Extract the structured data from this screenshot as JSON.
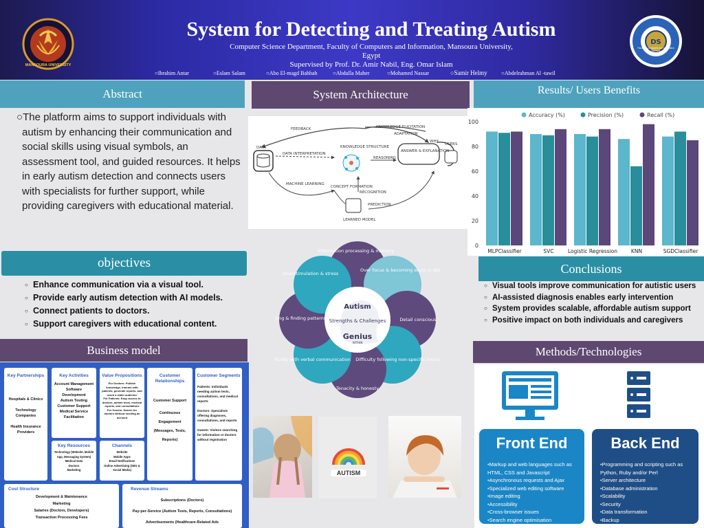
{
  "header": {
    "title": "System for Detecting and Treating Autism",
    "department_line1": "Computer Science Department, Faculty of Computers and Information, Mansoura University,",
    "department_line2": "Egypt",
    "supervisor": "Supervised by Prof. Dr. Amir Nabil, Eng. Omar Islam",
    "authors": [
      "Ibrahim Antar",
      "Eslam Salam",
      "Abo El-magd Bahbah",
      "Abdulla Maher",
      "Mohamed Nassar",
      "Samir Helmy",
      "Abdelrahman Al -tawil"
    ],
    "left_logo_text": "MANSOURA UNIVERSITY",
    "right_logo_text": "Faculty of Computers and Information Sciences"
  },
  "abstract": {
    "title": "Abstract",
    "text": "The platform aims to support individuals with autism by enhancing their communication and social skills using visual symbols, an assessment tool, and guided resources. It helps in early autism detection and connects users with specialists for further support, while providing caregivers with educational material."
  },
  "objectives": {
    "title": "objectives",
    "items": [
      "Enhance communication via a visual tool.",
      "Provide early autism detection with AI models.",
      "Connect patients to doctors.",
      "Support caregivers with educational content."
    ]
  },
  "architecture": {
    "title": "System Architecture",
    "labels": [
      "FEEDBACK",
      "KNOWLEDGE ELICITATION",
      "ADAPTATION",
      "DATA",
      "DATA INTERPRETATION",
      "KNOWLEDGE STRUCTURE",
      "WHY",
      "USERS",
      "ANSWER & EXPLANATION",
      "REASONING",
      "MACHINE LEARNING",
      "CONCEPT FORMATION",
      "RECOGNITION",
      "PREDICTION",
      "LEARNED MODEL"
    ]
  },
  "autism_wheel": {
    "center_title": "Autism",
    "center_sub": "Strengths & Challenges",
    "brand": "Genius",
    "brand_sub": "WITHIN",
    "petals": [
      "Information processing & memory",
      "Over focus & becoming stuck in detail",
      "Detail conscious",
      "Difficulty following non-specific instructions",
      "Tenacity & honesty",
      "Difficulty with verbal communication",
      "Creating & finding patterns",
      "Overstimulation & stress"
    ],
    "colors": {
      "purple": "#5e4a7d",
      "teal": "#2fa7be",
      "light": "#7fc6d6"
    }
  },
  "photos": {
    "autism_sign": "AUTISM"
  },
  "business_model": {
    "title": "Business model",
    "cells": {
      "key_partnerships": {
        "h": "Key Partnerships",
        "b": [
          "Hospitals & Clinics",
          "Technology Companies",
          "Health Insurance Providers"
        ]
      },
      "key_activities": {
        "h": "Key Activities",
        "b": [
          "Account Management",
          "Software Development",
          "Autism Testing",
          "Customer Support",
          "Medical Service Facilitation"
        ]
      },
      "value_propositions": {
        "h": "Value Propositions",
        "b": [
          "For Doctors: Publish knowledge, interact with patients, generate reports, and reach a wider audience",
          "For Patients: Easy access to doctors, autism tests, medical reports, and consultations",
          "For Guests: Search for doctors without needing an account"
        ]
      },
      "customer_relationships": {
        "h": "Customer Relationships",
        "b": [
          "Customer Support",
          "Continuous Engagement (Messages, Tests, Reports)"
        ]
      },
      "customer_segments": {
        "h": "Customer Segments",
        "b": [
          "Patients: Individuals needing autism tests, consultations, and medical reports",
          "Doctors: Specialists offering diagnoses, consultations, and reports",
          "Guests: Visitors searching for information or doctors without registration"
        ]
      },
      "key_resources": {
        "h": "Key Resources",
        "b": [
          "Technology (Website, Mobile App, Messaging System)",
          "Medical Data",
          "Doctors",
          "Marketing"
        ]
      },
      "channels": {
        "h": "Channels",
        "b": [
          "Website",
          "Mobile Apps",
          "Email Notifications",
          "Online Advertising (SEO & Social Media)"
        ]
      },
      "cost_structure": {
        "h": "Cost Structure",
        "b": [
          "Development & Maintenance",
          "Marketing",
          "Salaries (Doctors, Developers)",
          "Transaction Processing Fees"
        ]
      },
      "revenue_streams": {
        "h": "Revenue Streams",
        "b": [
          "Subscriptions (Doctors)",
          "Pay-per-Service (Autism Tests, Reports, Consultations)",
          "Advertisements (Healthcare-Related Ads"
        ]
      }
    }
  },
  "results": {
    "title": "Results/ Users Benefits"
  },
  "chart_data": {
    "type": "bar",
    "categories": [
      "MLPClassifier",
      "SVC",
      "Logistic Regression",
      "KNN",
      "SGDClassifier"
    ],
    "series": [
      {
        "name": "Accuracy (%)",
        "color": "#5cb6cc",
        "values": [
          92,
          90,
          90,
          86,
          88
        ]
      },
      {
        "name": "Precision (%)",
        "color": "#2a8e9a",
        "values": [
          91,
          89,
          88,
          64,
          92
        ]
      },
      {
        "name": "Recall (%)",
        "color": "#5b477a",
        "values": [
          92,
          94,
          94,
          98,
          85
        ]
      }
    ],
    "yticks": [
      0,
      20,
      40,
      60,
      80,
      100
    ],
    "ylim": [
      0,
      100
    ],
    "legend": "top",
    "grid": false
  },
  "conclusions": {
    "title": "Conclusions",
    "items": [
      "Visual tools improve communication for autistic users",
      "AI-assisted diagnosis enables early intervention",
      "System provides scalable, affordable autism support",
      "Positive impact on both individuals and caregivers"
    ]
  },
  "methods": {
    "title": "Methods/Technologies",
    "front": {
      "title": "Front End",
      "items": [
        "Markup and web languages such as HTML, CSS and Javascript",
        "Asynchronous requests and Ajax",
        "Specialized web editing software",
        "Image editing",
        "Accessibility",
        "Cross-browser issues",
        "Search engine optimisation"
      ]
    },
    "back": {
      "title": "Back End",
      "items": [
        "Programming and scripting such as Python, Ruby and/or Perl",
        "Server architecture",
        "Database administration",
        "Scalability",
        "Security",
        "Data transformation",
        "Backup"
      ]
    }
  }
}
